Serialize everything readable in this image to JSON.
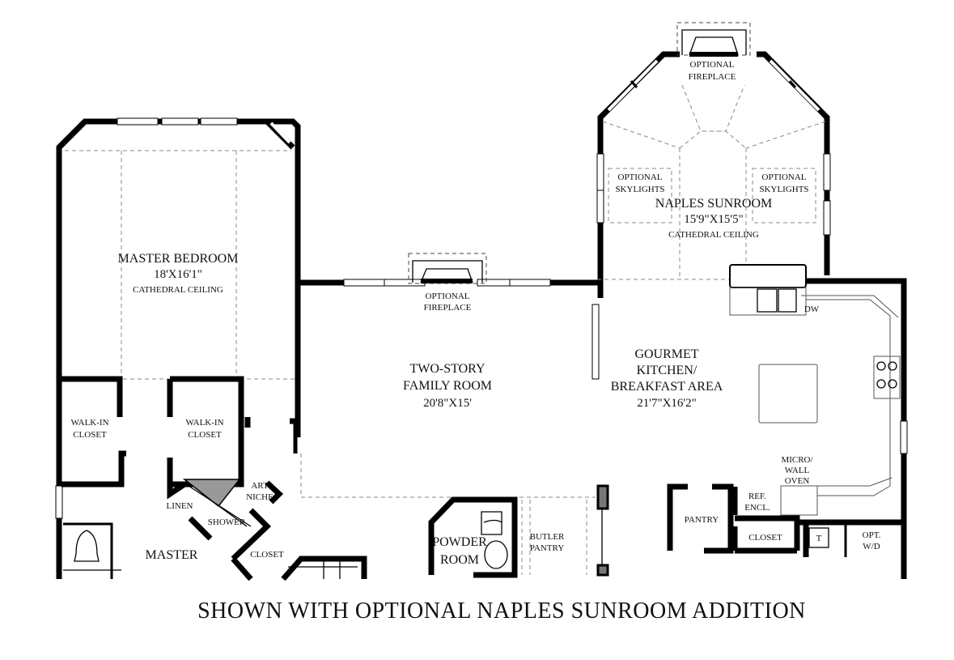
{
  "caption": "SHOWN WITH OPTIONAL NAPLES SUNROOM ADDITION",
  "rooms": {
    "master_bedroom": {
      "name": "MASTER BEDROOM",
      "size": "18'X16'1\"",
      "note": "CATHEDRAL CEILING"
    },
    "family_room": {
      "line1": "TWO-STORY",
      "line2": "FAMILY ROOM",
      "size": "20'8\"X15'"
    },
    "sunroom": {
      "name": "NAPLES SUNROOM",
      "size": "15'9\"X15'5\"",
      "note": "CATHEDRAL CEILING"
    },
    "kitchen": {
      "line1": "GOURMET",
      "line2": "KITCHEN/",
      "line3": "BREAKFAST AREA",
      "size": "21'7\"X16'2\""
    },
    "walkin_closet_left": {
      "line1": "WALK-IN",
      "line2": "CLOSET"
    },
    "walkin_closet_right": {
      "line1": "WALK-IN",
      "line2": "CLOSET"
    },
    "powder_room": {
      "line1": "POWDER",
      "line2": "ROOM"
    },
    "butler_pantry": {
      "line1": "BUTLER",
      "line2": "PANTRY"
    },
    "pantry": "PANTRY",
    "master_bath": "MASTER",
    "closet_bath": "CLOSET",
    "closet_kitchen": "CLOSET"
  },
  "labels": {
    "fireplace_family": {
      "line1": "OPTIONAL",
      "line2": "FIREPLACE"
    },
    "fireplace_sunroom": {
      "line1": "OPTIONAL",
      "line2": "FIREPLACE"
    },
    "skylights_left": {
      "line1": "OPTIONAL",
      "line2": "SKYLIGHTS"
    },
    "skylights_right": {
      "line1": "OPTIONAL",
      "line2": "SKYLIGHTS"
    },
    "dw": "DW",
    "micro_oven": {
      "line1": "MICRO/",
      "line2": "WALL",
      "line3": "OVEN"
    },
    "ref_encl": {
      "line1": "REF.",
      "line2": "ENCL."
    },
    "linen": "LINEN",
    "shower": "SHOWER",
    "art_niche": {
      "line1": "ART",
      "line2": "NICHE"
    },
    "t": "T",
    "opt_wd": {
      "line1": "OPT.",
      "line2": "W/D"
    }
  }
}
